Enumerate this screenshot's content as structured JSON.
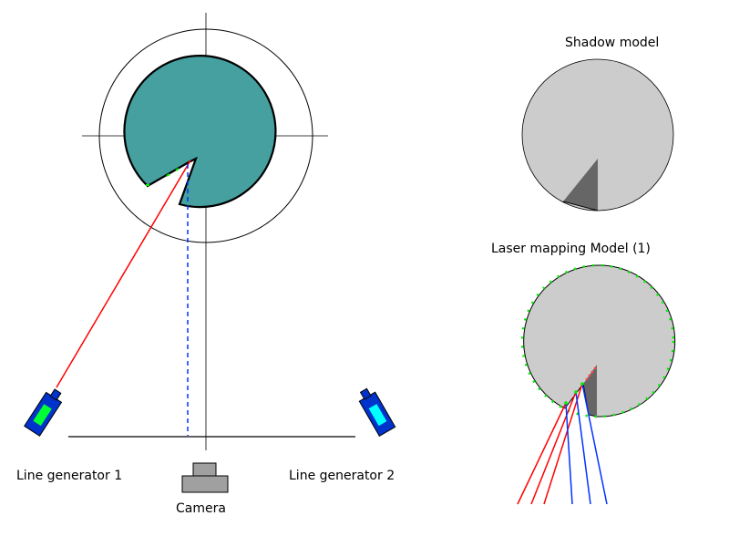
{
  "labels": {
    "line_generator_1": "Line generator 1",
    "line_generator_2": "Line generator 2",
    "camera": "Camera",
    "shadow_model": "Shadow model",
    "laser_mapping_model": "Laser mapping Model (1)"
  },
  "colors": {
    "object_fill": "#46a0a0",
    "model_fill": "#cccccc",
    "shadow_fill": "#666666",
    "laser_red": "#ff0000",
    "camera_ray_blue": "#0033ff",
    "edge_point_green": "#00ee00",
    "generator_body": "#0033cc",
    "generator_1_window": "#00ff33",
    "generator_2_window": "#00ffff",
    "camera_fill": "#a0a0a0"
  }
}
